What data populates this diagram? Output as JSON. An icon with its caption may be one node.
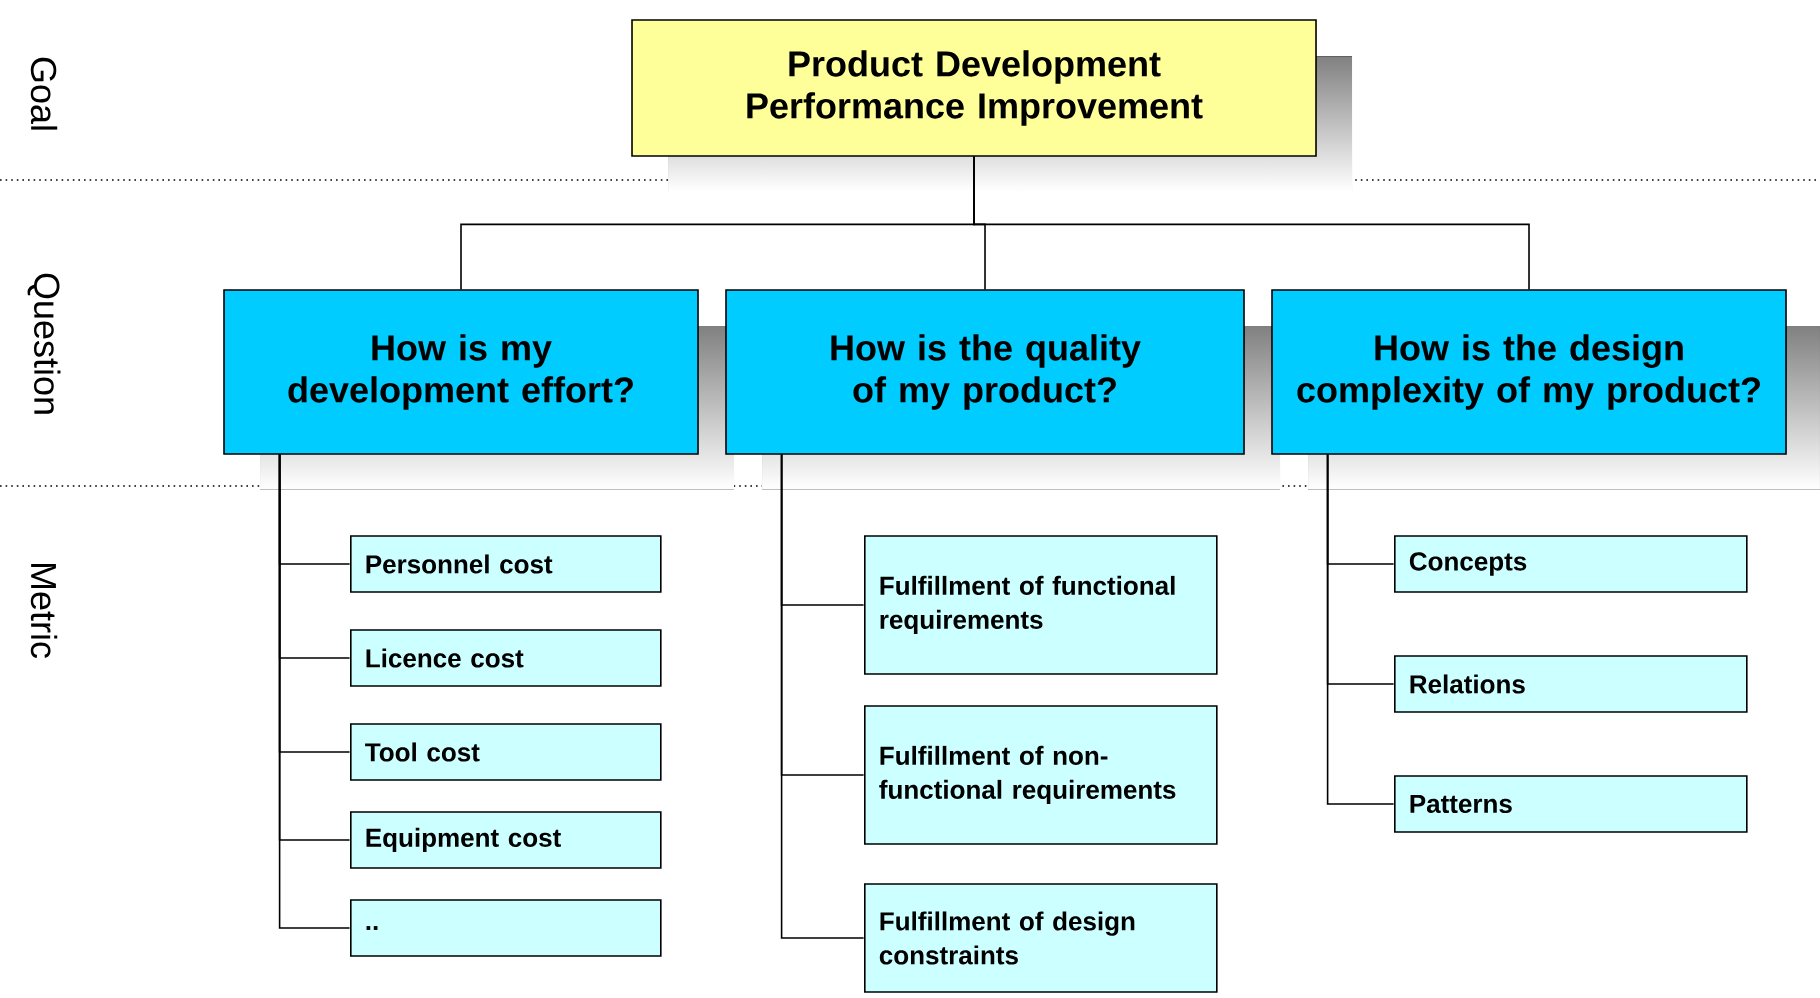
{
  "diagram": {
    "nodes": [
      {
        "text": [
          "Product Development Performance Improvement"
        ]
      },
      {
        "text": [
          "How is my development effort?"
        ]
      },
      {
        "text": [
          "How is the quality of my product?"
        ]
      },
      {
        "text": [
          "How is the design complexity of my product?"
        ]
      },
      {
        "text": [
          "Personnel cost"
        ]
      },
      {
        "text": [
          "Licence cost"
        ]
      },
      {
        "text": [
          "Tool cost"
        ]
      },
      {
        "text": [
          "Equipment cost"
        ]
      },
      {
        "text": [
          ".."
        ]
      },
      {
        "text": [
          "Fulfillment of functional requirements"
        ]
      },
      {
        "text": [
          "Fulfillment of non-functional requirements"
        ]
      },
      {
        "text": [
          "Fulfillment of design constraints"
        ]
      },
      {
        "text": [
          "Concepts"
        ]
      },
      {
        "text": [
          "Relations"
        ]
      },
      {
        "text": [
          "Patterns"
        ]
      }
    ],
    "edges": [
      {
        "from": 0,
        "to": 1,
        "arrow": "none"
      },
      {
        "from": 0,
        "to": 2,
        "arrow": "none"
      },
      {
        "from": 0,
        "to": 3,
        "arrow": "none"
      },
      {
        "from": 1,
        "to": 4,
        "arrow": "none"
      },
      {
        "from": 1,
        "to": 5,
        "arrow": "none"
      },
      {
        "from": 1,
        "to": 6,
        "arrow": "none"
      },
      {
        "from": 1,
        "to": 7,
        "arrow": "none"
      },
      {
        "from": 1,
        "to": 8,
        "arrow": "none"
      },
      {
        "from": 2,
        "to": 9,
        "arrow": "none"
      },
      {
        "from": 2,
        "to": 10,
        "arrow": "none"
      },
      {
        "from": 2,
        "to": 11,
        "arrow": "none"
      },
      {
        "from": 3,
        "to": 12,
        "arrow": "none"
      },
      {
        "from": 3,
        "to": 13,
        "arrow": "none"
      },
      {
        "from": 3,
        "to": 14,
        "arrow": "none"
      }
    ],
    "labels": [
      "Goal",
      "Question",
      "Metric"
    ]
  }
}
